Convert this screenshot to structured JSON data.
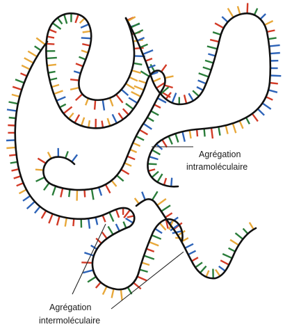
{
  "labels": {
    "intra_line1": "Agrégation",
    "intra_line2": "intramoléculaire",
    "inter_line1": "Agrégation",
    "inter_line2": "intermoléculaire"
  },
  "colors": {
    "backbone": "#111111",
    "bases": [
      "#2a7d3a",
      "#d23a26",
      "#2d63b8",
      "#e8a83a"
    ],
    "leader": "#222222"
  }
}
